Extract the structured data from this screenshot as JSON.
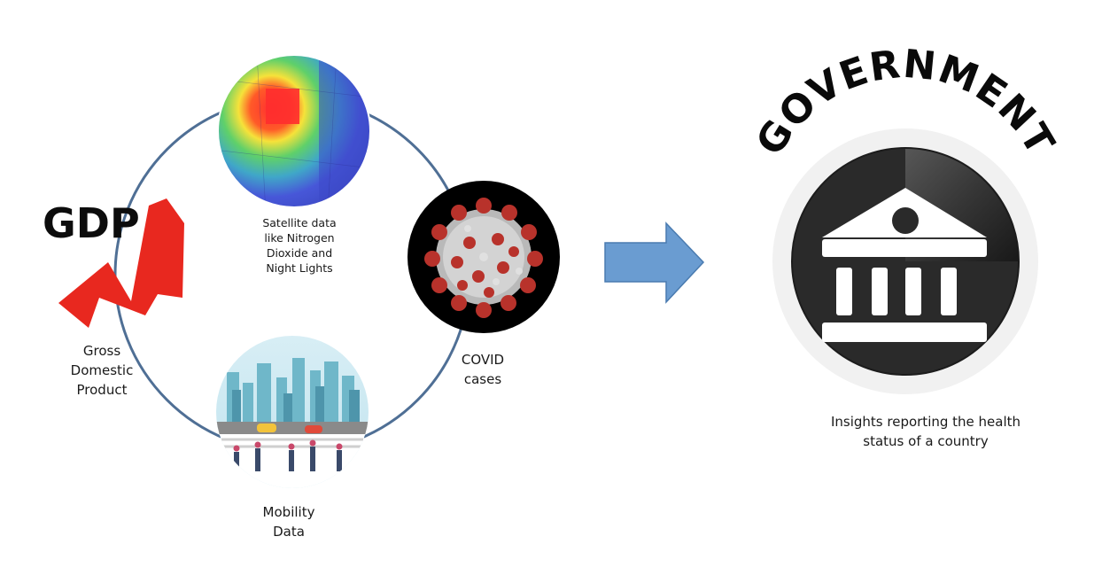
{
  "nodes": {
    "satellite": {
      "lines": [
        "Satellite data",
        "like Nitrogen",
        "Dioxide and",
        "Night Lights"
      ]
    },
    "gdp": {
      "logo_text": "GDP",
      "lines": [
        "Gross",
        "Domestic",
        "Product"
      ]
    },
    "covid": {
      "lines": [
        "COVID",
        "cases"
      ]
    },
    "mobility": {
      "lines": [
        "Mobility",
        "Data"
      ]
    }
  },
  "government": {
    "title": "GOVERNMENT",
    "lines": [
      "Insights reporting the health",
      "status of a country"
    ]
  },
  "colors": {
    "cycle_ring": "#4f6f95",
    "arrow_fill": "#6a9cd1",
    "arrow_stroke": "#4a7bb0",
    "gdp_red": "#e8281f",
    "gov_dark": "#222222"
  }
}
